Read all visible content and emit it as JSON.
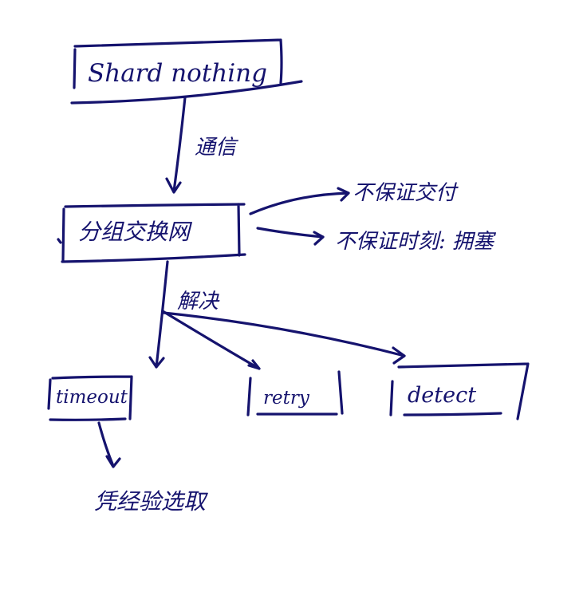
{
  "nodes": {
    "root": {
      "text": "Shard nothing"
    },
    "partition": {
      "text": "分组交换网"
    },
    "timeout": {
      "text": "timeout"
    },
    "retry": {
      "text": "retry"
    },
    "detect": {
      "text": "detect"
    }
  },
  "edges": {
    "communication": {
      "text": "通信"
    },
    "solve": {
      "text": "解决"
    }
  },
  "notes": {
    "no_delivery": {
      "text": "不保证交付"
    },
    "no_timing": {
      "text": "不保证时刻: 拥塞"
    },
    "timeout_choice": {
      "text": "凭经验选取"
    }
  }
}
